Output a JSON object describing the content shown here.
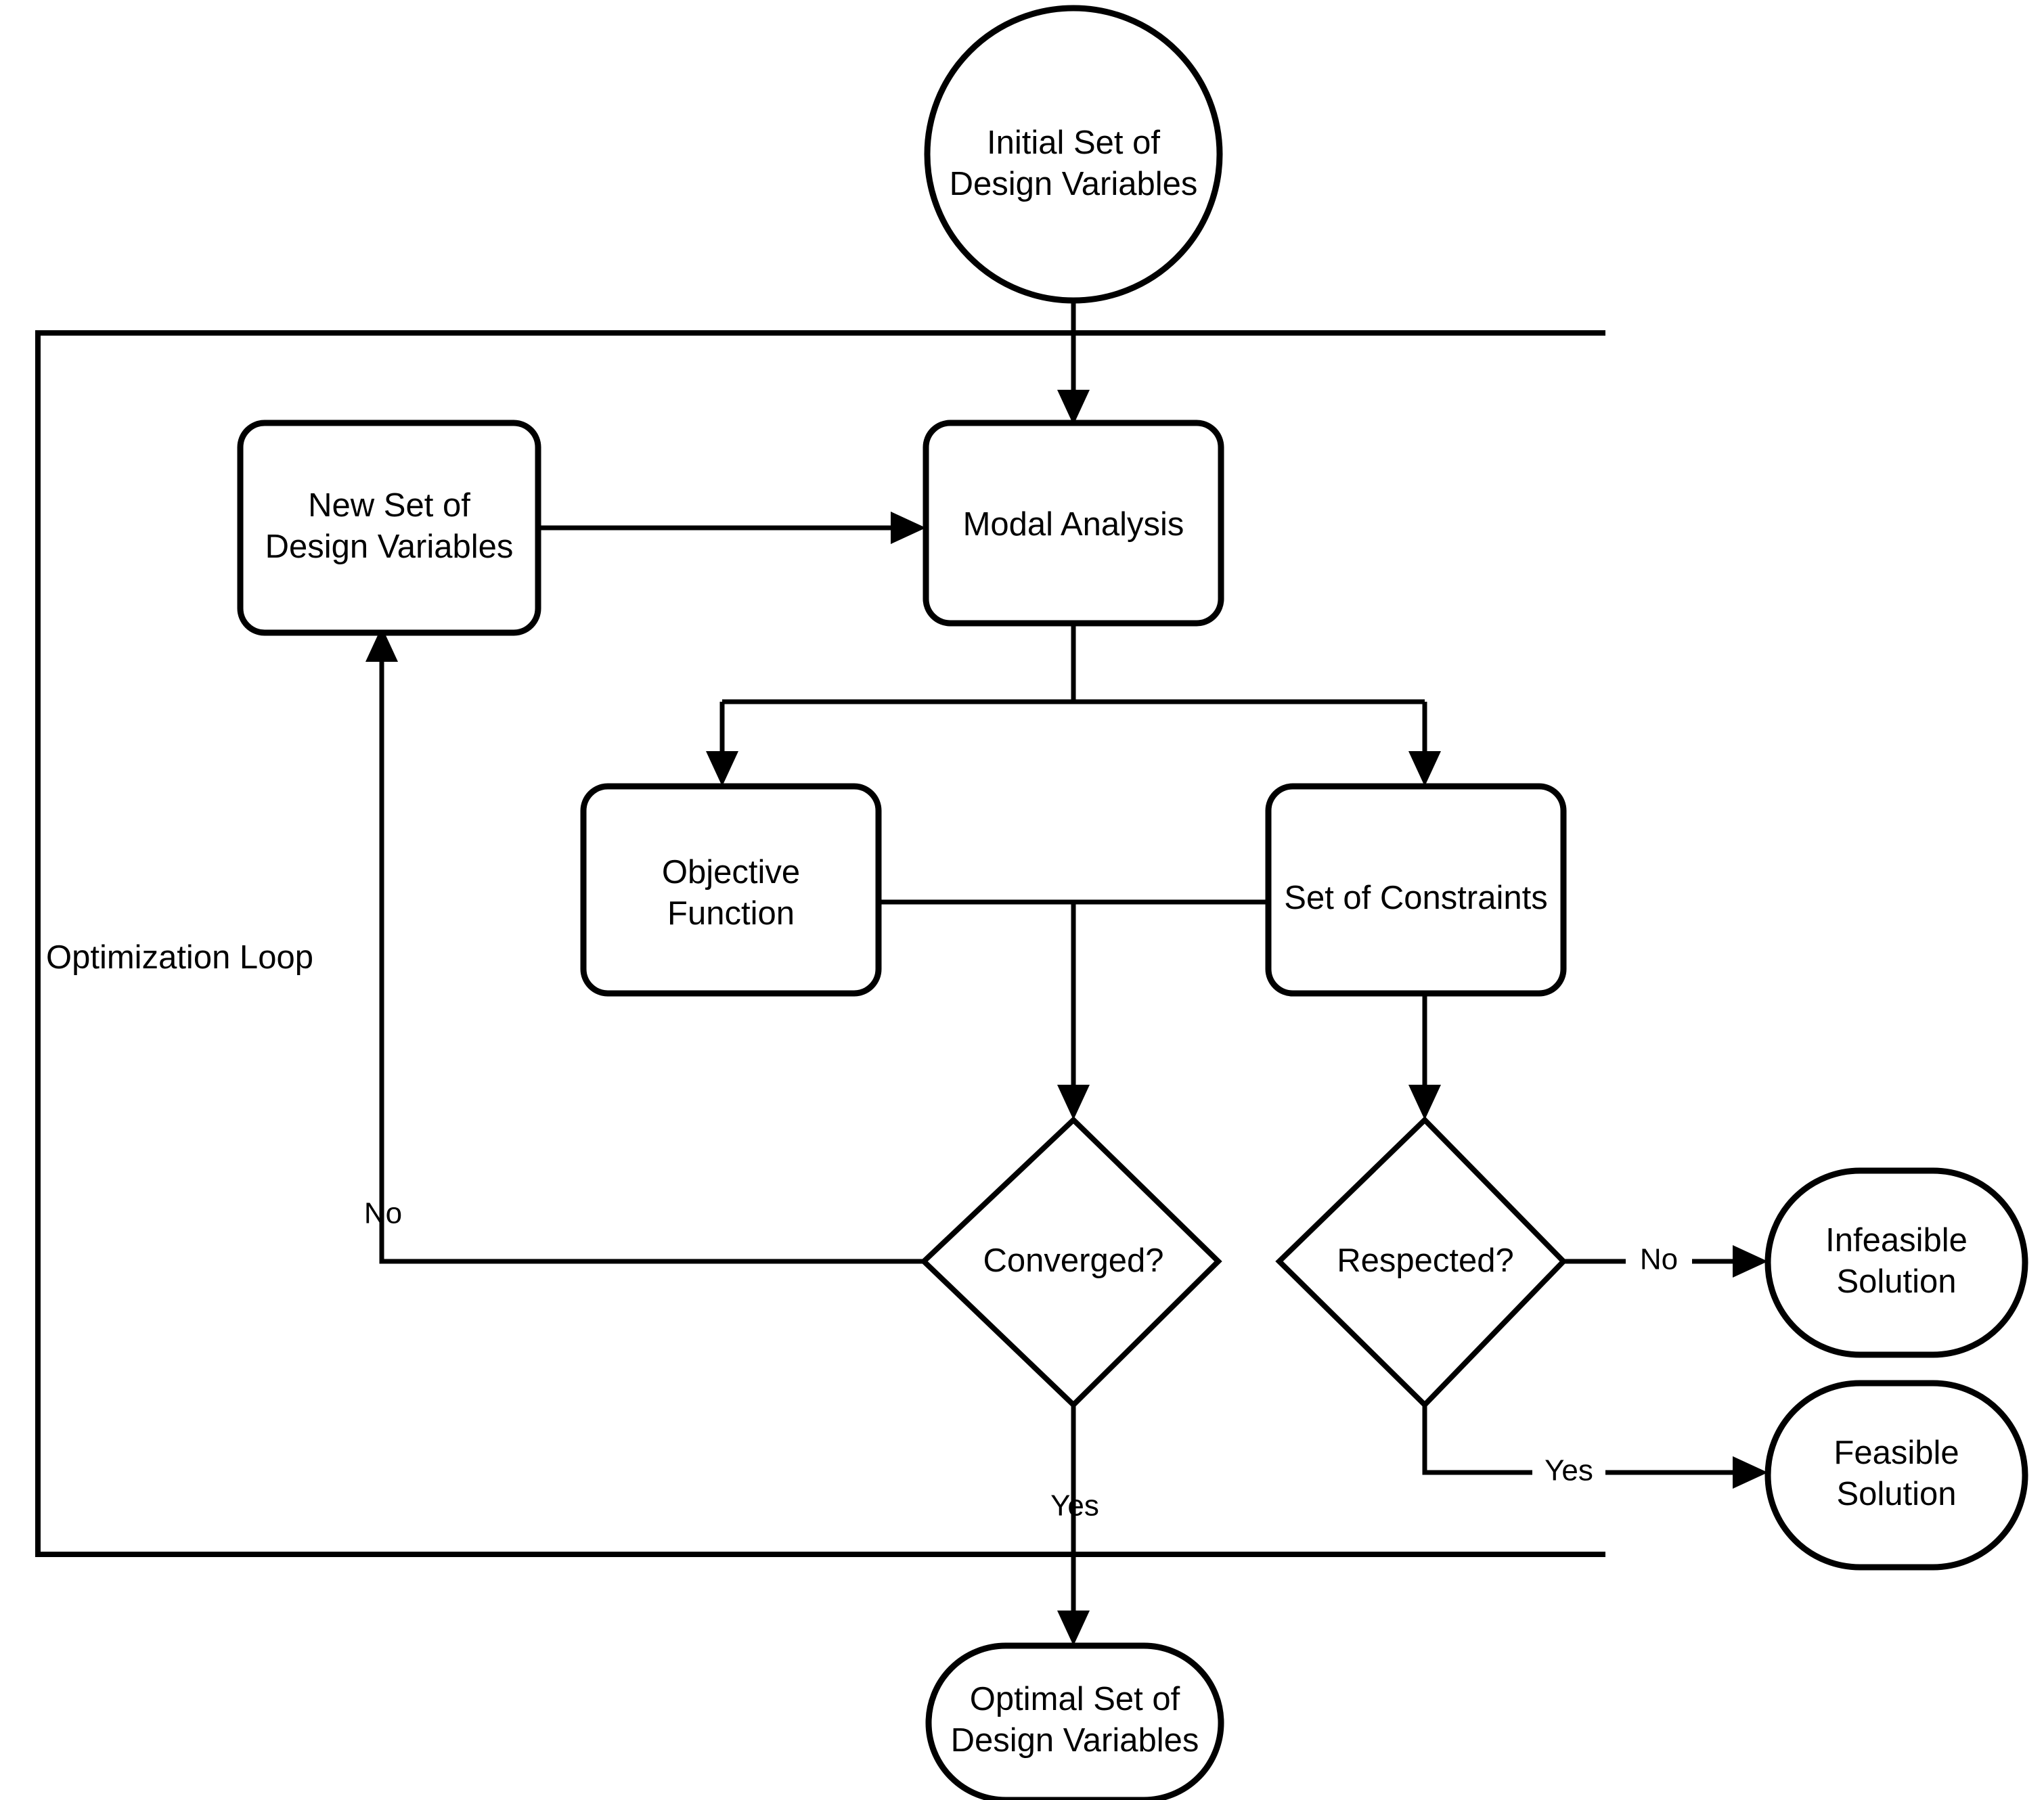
{
  "diagram": {
    "title": "Structural Optimization Loop Flowchart",
    "type": "flowchart",
    "background_color": "#ffffff",
    "stroke_color": "#000000",
    "nodes": {
      "initial_set": {
        "line1": "Initial Set of",
        "line2": "Design Variables",
        "shape": "circle"
      },
      "new_set": {
        "line1": "New Set of",
        "line2": "Design Variables",
        "shape": "rounded-rect"
      },
      "modal_analysis": {
        "line1": "Modal Analysis",
        "line2": "",
        "shape": "rounded-rect"
      },
      "objective_function": {
        "line1": "Objective",
        "line2": "Function",
        "shape": "rounded-rect"
      },
      "set_of_constraints": {
        "line1": "Set of Constraints",
        "line2": "",
        "shape": "rounded-rect"
      },
      "converged": {
        "line1": "Converged?",
        "line2": "",
        "shape": "diamond"
      },
      "respected": {
        "line1": "Respected?",
        "line2": "",
        "shape": "diamond"
      },
      "infeasible_solution": {
        "line1": "Infeasible",
        "line2": "Solution",
        "shape": "stadium"
      },
      "feasible_solution": {
        "line1": "Feasible",
        "line2": "Solution",
        "shape": "stadium"
      },
      "optimal_set": {
        "line1": "Optimal Set of",
        "line2": "Design Variables",
        "shape": "stadium"
      }
    },
    "edge_labels": {
      "converged_no": "No",
      "converged_yes": "Yes",
      "respected_no": "No",
      "respected_yes": "Yes"
    },
    "container_label": "Optimization Loop"
  }
}
